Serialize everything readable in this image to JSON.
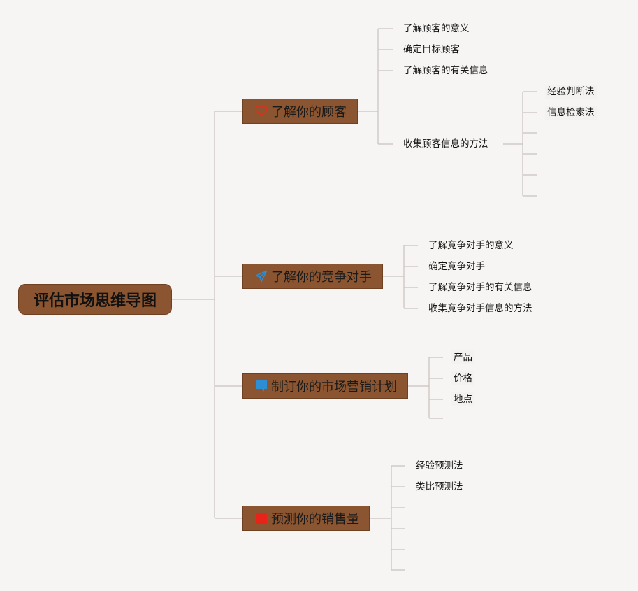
{
  "root": {
    "label": "评估市场思维导图"
  },
  "branches": [
    {
      "label": "了解你的顾客",
      "icon": "heart-icon",
      "icon_color": "#d8321e",
      "children": [
        {
          "label": "了解顾客的意义"
        },
        {
          "label": "确定目标顾客"
        },
        {
          "label": "了解顾客的有关信息"
        },
        {
          "label": "收集顾客信息的方法",
          "children": [
            "经验判断法",
            "信息检索法",
            "",
            "",
            "",
            ""
          ]
        }
      ]
    },
    {
      "label": "了解你的竞争对手",
      "icon": "paper-plane-icon",
      "icon_color": "#2c8fd6",
      "children": [
        {
          "label": "了解竞争对手的意义"
        },
        {
          "label": "确定竞争对手"
        },
        {
          "label": "了解竞争对手的有关信息"
        },
        {
          "label": "收集竞争对手信息的方法"
        }
      ]
    },
    {
      "label": "制订你的市场营销计划",
      "icon": "flag-icon",
      "icon_color": "#2c8fd6",
      "children": [
        {
          "label": "产品"
        },
        {
          "label": "价格"
        },
        {
          "label": "地点"
        },
        {
          "label": ""
        }
      ]
    },
    {
      "label": "预测你的销售量",
      "icon": "red-square-icon",
      "icon_color": "#e8231a",
      "children": [
        {
          "label": "经验预测法"
        },
        {
          "label": "类比预测法"
        },
        {
          "label": ""
        },
        {
          "label": ""
        },
        {
          "label": ""
        },
        {
          "label": ""
        }
      ]
    }
  ]
}
